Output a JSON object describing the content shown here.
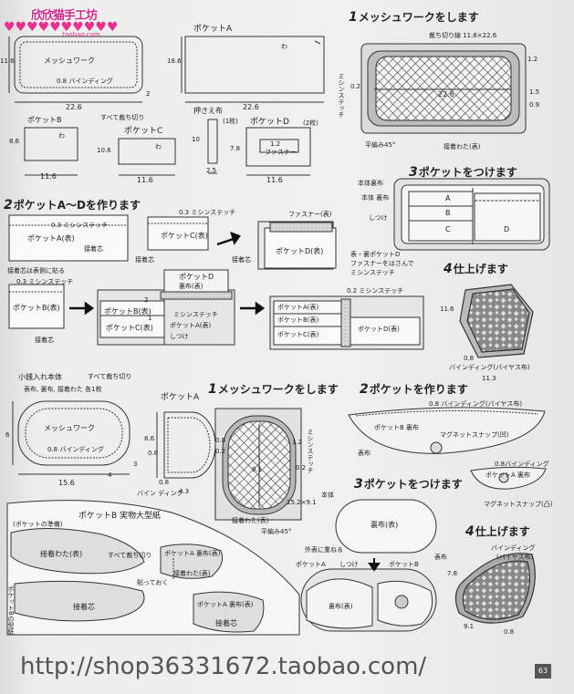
{
  "logo": {
    "title": "欣欣猫手工坊",
    "url": ".taobao.com"
  },
  "watermark": "http://shop36331672.taobao.com/",
  "page_number": "63",
  "top": {
    "left": {
      "mesh_label": "メッシュワーク",
      "binding_label": "0.8 バインディング",
      "dim_11_6": "11.6",
      "dim_22_6": "22.6",
      "dim_2": "2",
      "pocket_a": "ポケットA",
      "wa": "わ",
      "dim_18_6": "18.6",
      "dim_22_6b": "22.6",
      "pocket_b": "ポケットB",
      "all_cut": "すべて裁ち切り",
      "pocket_c": "ポケットC",
      "wa_b": "わ",
      "wa_c": "わ",
      "dim_8_6": "8.6",
      "dim_10_6": "10.6",
      "dim_11_6b": "11.6",
      "dim_11_6c": "11.6",
      "dim_11_6d": "11.6",
      "osae": "押さえ布",
      "one_sheet": "(1枚)",
      "dim_10": "10",
      "dim_2_5": "2.5",
      "pocket_d": "ポケットD",
      "two_sheets": "(2枚)",
      "fastener": "ファスナー",
      "dim_1_2": "1.2",
      "dim_7_8": "7.8"
    },
    "step1": {
      "num": "1",
      "title": "メッシュワークをします",
      "cutoff": "裁ち切り線 11.6×22.6",
      "dim_22_6": "22.6",
      "dim_1_2": "1.2",
      "dim_0_2": "0.2",
      "dim_1_5": "1.5",
      "dim_0_9": "0.9",
      "sewn": "ミシンステッチ",
      "flat_knit": "平編み45°",
      "adhesive": "接着わた(表)"
    },
    "step3": {
      "num": "3",
      "title": "ポケットをつけます",
      "body_back": "本体裏布",
      "body_back2": "本体 裏布",
      "shitsuke": "しつけ",
      "a": "A",
      "b": "B",
      "c": "C",
      "d": "D"
    },
    "step2": {
      "num": "2",
      "title": "ポケットA～Dを作ります",
      "stitch_03": "0.3 ミシンステッチ",
      "pocket_a_front": "ポケットA(表)",
      "adhesive_core": "接着芯",
      "stitch_03b": "0.3 ミシンステッチ",
      "pocket_c_front": "ポケットC(表)",
      "adhesive_core2": "接着芯",
      "fastener_front": "ファスナー(表)",
      "pocket_d_front": "ポケットD(表)",
      "adhesive_core3": "接着芯",
      "note_1": "表・裏ポケットD",
      "note_2": "ファスナーをはさんで",
      "note_3": "ミシンステッチ",
      "adhesive_note": "接着芯は表側に貼る",
      "stitch_03c": "0.3 ミシンステッチ",
      "pocket_b_front": "ポケットB(表)",
      "adhesive_core4": "接着芯",
      "pocket_d_back": "ポケットD",
      "back_front": "裏布(表)",
      "pocket_b_front2": "ポケットB(表)",
      "pocket_c_front2": "ポケットC(表)",
      "dim_2": "2",
      "dim_1": "1",
      "stitch_sewn": "ミシンステッチ",
      "pocket_a_front2": "ポケットA(表)",
      "shitsuke": "しつけ",
      "stitch_02": "0.2 ミシンステッチ",
      "pocket_a_front3": "ポケットA(表)",
      "pocket_b_front3": "ポケットB(表)",
      "pocket_c_front3": "ポケットC(表)",
      "pocket_d_front3": "ポケットD(表)"
    },
    "step4": {
      "num": "4",
      "title": "仕上げます",
      "dim_11_6": "11.6",
      "dim_0_8": "0.8",
      "binding": "バインディング(バイヤス布)",
      "dim_11_3": "11.3"
    }
  },
  "bottom": {
    "left": {
      "title": "小銭入れ本体",
      "all_cut": "すべて裁ち切り",
      "sheets": "表布, 裏布, 接着わた 各1枚",
      "mesh": "メッシュワーク",
      "binding": "0.8 バインディング",
      "dim_6": "6",
      "dim_15_6": "15.6",
      "dim_4": "4",
      "dim_3": "3",
      "pocket_a": "ポケットA",
      "dim_8_6": "8.6",
      "dim_0_8": "0.8",
      "dim_0_8b": "0.8",
      "dim_4_3": "4.3",
      "binding2": "バイン ディング"
    },
    "step1": {
      "num": "1",
      "title": "メッシュワークをします",
      "dim_0_8": "0.8",
      "dim_0_2": "0.2",
      "dim_1_2": "1.2",
      "dim_9_1": "9.1",
      "dim_0_2b": "0.2",
      "dim_15_2": "15.2×9.1",
      "sewn": "ミシンステッチ",
      "adhesive": "接着わた(表)",
      "flat_knit": "平編み45°"
    },
    "step2": {
      "num": "2",
      "title": "ポケットを作ります",
      "binding_top": "0.8 バインディング(バイヤス布)",
      "pocket_b_back": "ポケットB 裏布",
      "magnet": "マグネットスナップ(凹)",
      "outer": "表布",
      "binding_b": "0.8バインディング",
      "pocket_a_back": "ポケットA 裏布",
      "magnet_convex": "マグネットスナップ(凸)"
    },
    "step3": {
      "num": "3",
      "title": "ポケットをつけます",
      "body": "本体",
      "back_front": "裏布(表)",
      "outer_overlap": "外表に重ねる",
      "back": "表布",
      "pocket_a": "ポケットA",
      "shitsuke": "しつけ",
      "pocket_b": "ポケットB",
      "back_front2": "裏布(表)"
    },
    "step4": {
      "num": "4",
      "title": "仕上げます",
      "binding": "バインディング",
      "bias": "(バイヤス布)",
      "dim_7_8": "7.8",
      "dim_9_1": "9.1",
      "dim_0_8": "0.8"
    },
    "template": {
      "title": "ポケットB 実物大型紙",
      "hint": "(ポケットの準備)",
      "adhesive": "接着わた(表)",
      "all_cut": "すべて裁ち切り",
      "pocket_a_back": "ポケットA 裏布(表)",
      "adhesive2": "接着わた(表)",
      "paste": "貼っておく",
      "side_note": "ポケットBの型紙",
      "adhesive_core": "接着芯",
      "pocket_a_back2": "ポケットA 裏布(表)",
      "adhesive_core2": "接着芯"
    }
  }
}
